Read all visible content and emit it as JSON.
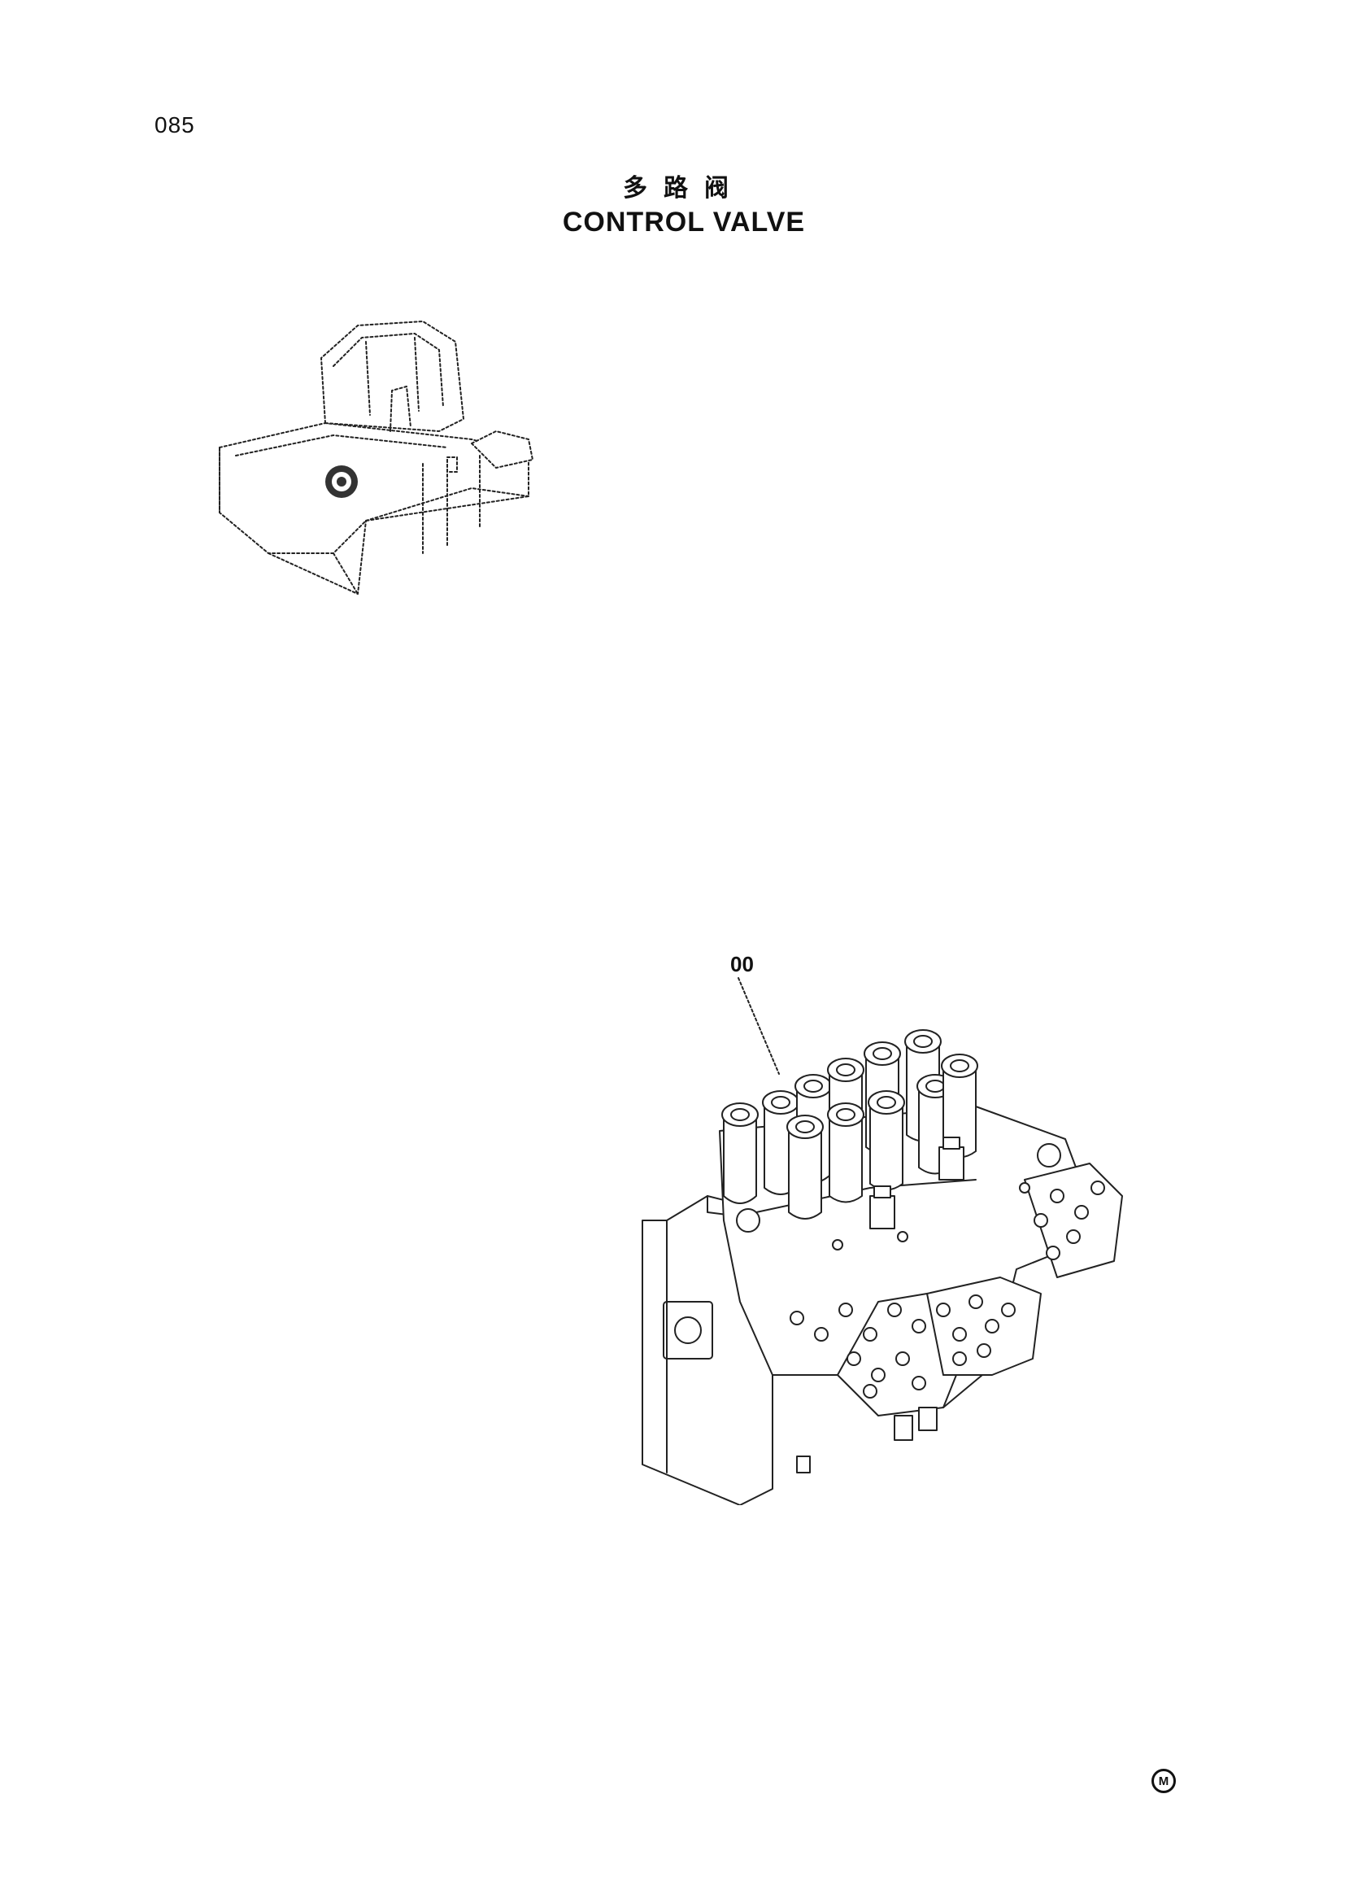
{
  "page": {
    "number": "085",
    "title_cn": "多路阀",
    "title_en": "CONTROL VALVE"
  },
  "callouts": [
    "00"
  ],
  "mark": "M"
}
